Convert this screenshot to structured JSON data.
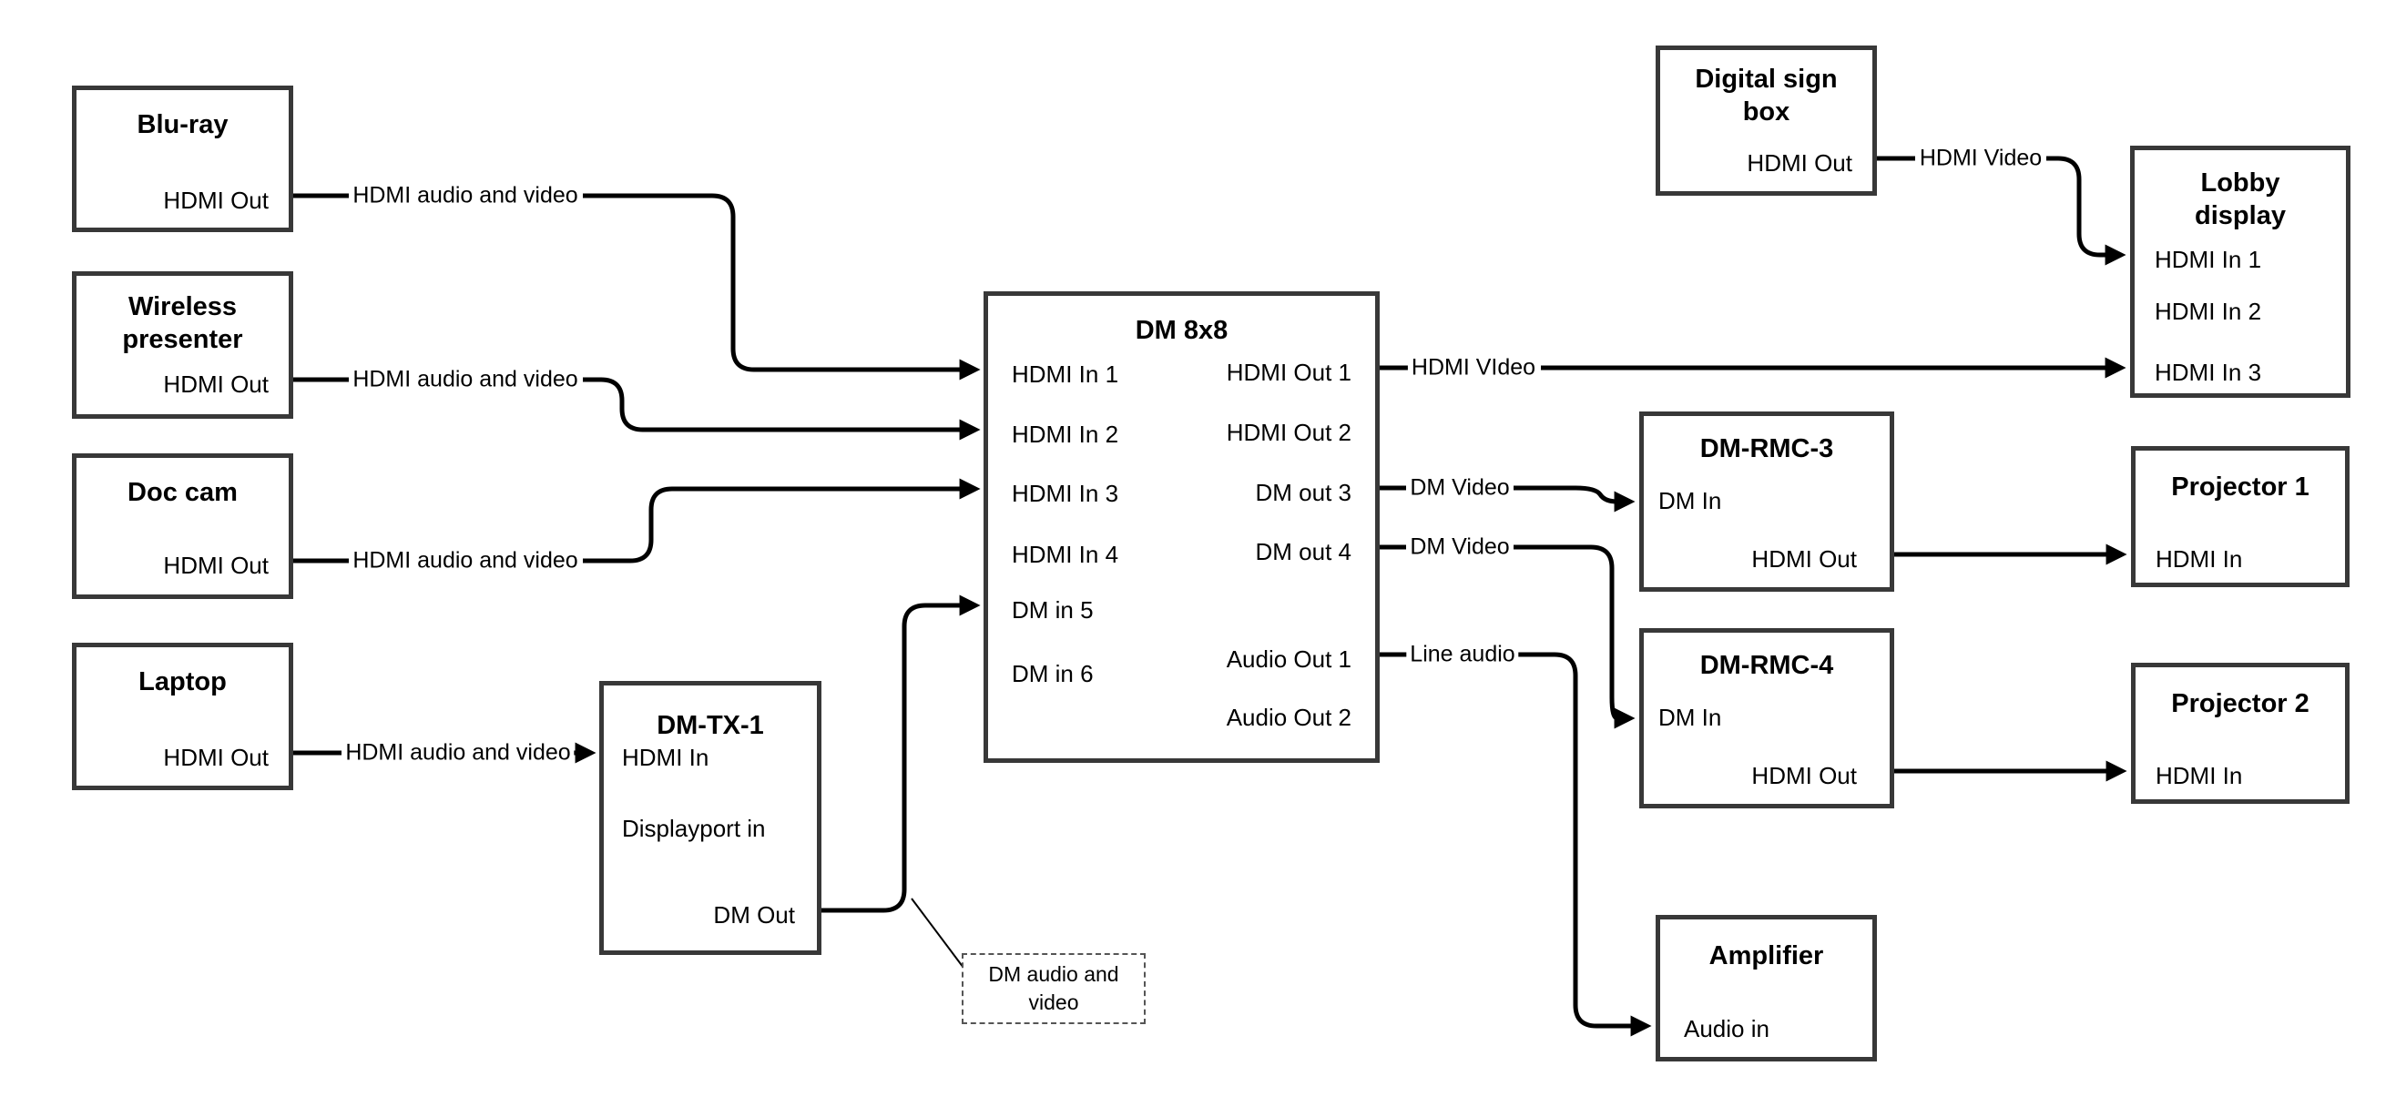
{
  "diagram": {
    "boxes": {
      "bluray": {
        "title": "Blu-ray",
        "port_out": "HDMI Out"
      },
      "wireless": {
        "title": "Wireless presenter",
        "port_out": "HDMI Out"
      },
      "doccam": {
        "title": "Doc cam",
        "port_out": "HDMI Out"
      },
      "laptop": {
        "title": "Laptop",
        "port_out": "HDMI Out"
      },
      "dmtx1": {
        "title": "DM-TX-1",
        "port_hdmi_in": "HDMI In",
        "port_dp_in": "Displayport in",
        "port_dm_out": "DM Out"
      },
      "dm8x8": {
        "title": "DM 8x8",
        "ports_left": [
          "HDMI In 1",
          "HDMI In 2",
          "HDMI In 3",
          "HDMI In 4",
          "DM in 5",
          "DM in 6"
        ],
        "ports_right": [
          "HDMI Out 1",
          "HDMI Out 2",
          "DM out 3",
          "DM out 4",
          "Audio Out 1",
          "Audio Out 2"
        ]
      },
      "digitalsign": {
        "title": "Digital sign box",
        "port_out": "HDMI Out"
      },
      "lobby": {
        "title": "Lobby display",
        "ports": [
          "HDMI In 1",
          "HDMI In 2",
          "HDMI In 3"
        ]
      },
      "dmrmc3": {
        "title": "DM-RMC-3",
        "port_dm_in": "DM In",
        "port_hdmi_out": "HDMI Out"
      },
      "proj1": {
        "title": "Projector 1",
        "port_in": "HDMI In"
      },
      "dmrmc4": {
        "title": "DM-RMC-4",
        "port_dm_in": "DM In",
        "port_hdmi_out": "HDMI Out"
      },
      "proj2": {
        "title": "Projector 2",
        "port_in": "HDMI In"
      },
      "amplifier": {
        "title": "Amplifier",
        "port_in": "Audio in"
      }
    },
    "link_labels": {
      "bluray_link": "HDMI audio and video",
      "wireless_link": "HDMI audio and video",
      "doccam_link": "HDMI audio and video",
      "laptop_link": "HDMI audio and video",
      "hdmi_out1_link": "HDMI VIdeo",
      "dm_out3_link": "DM Video",
      "dm_out4_link": "DM Video",
      "audio_out1_link": "Line audio",
      "digitalsign_link": "HDMI Video",
      "note": "DM audio and video"
    },
    "colors": {
      "line": "#000000",
      "box_border": "#383838",
      "background": "#ffffff",
      "text": "#000000"
    }
  }
}
